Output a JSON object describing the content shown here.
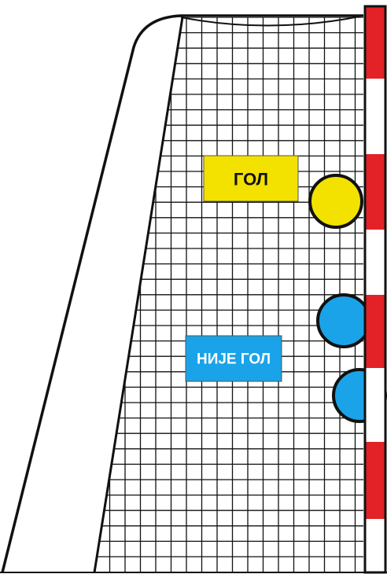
{
  "labels": {
    "goal": "ГОЛ",
    "no_goal": "НИЈЕ ГОЛ"
  },
  "colors": {
    "goal_fill": "#f3e200",
    "goal_text": "#111111",
    "no_goal_fill": "#1aa3e8",
    "no_goal_text": "#ffffff",
    "post_red": "#e32228",
    "post_white": "#ffffff",
    "line": "#111111"
  },
  "balls": [
    {
      "name": "ball-goal",
      "color": "yellow"
    },
    {
      "name": "ball-no-goal-upper",
      "color": "blue"
    },
    {
      "name": "ball-no-goal-lower",
      "color": "blue"
    }
  ]
}
